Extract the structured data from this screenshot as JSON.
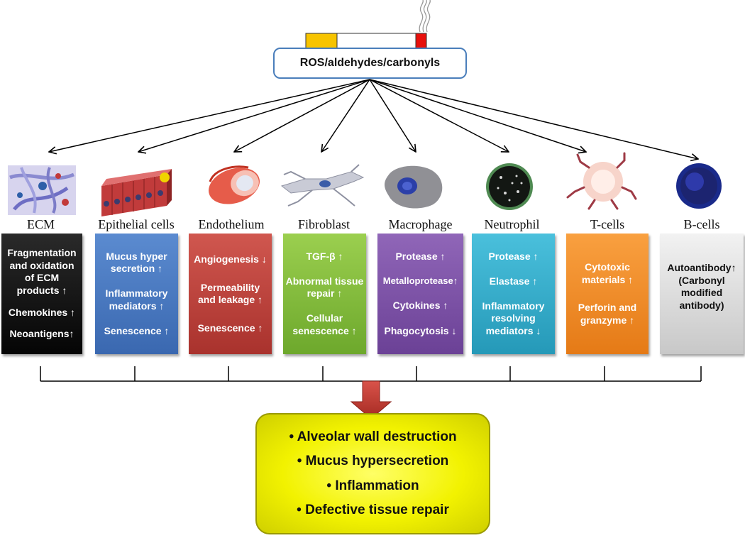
{
  "source": {
    "label": "ROS/aldehydes/carbonyls"
  },
  "cells": [
    {
      "id": "ecm",
      "name": "ECM",
      "icon": "ecm-fiber-icon",
      "effects": [
        "Fragmentation and oxidation of ECM products ↑",
        "Chemokines ↑",
        "Neoantigens↑"
      ]
    },
    {
      "id": "epithelial",
      "name": "Epithelial cells",
      "icon": "epithelial-cells-icon",
      "effects": [
        "Mucus hyper secretion ↑",
        "Inflammatory mediators ↑",
        "Senescence ↑"
      ]
    },
    {
      "id": "endothelium",
      "name": "Endothelium",
      "icon": "blood-vessel-icon",
      "effects": [
        "Angiogenesis ↓",
        "Permeability and leakage ↑",
        "Senescence ↑"
      ]
    },
    {
      "id": "fibroblast",
      "name": "Fibroblast",
      "icon": "fibroblast-icon",
      "effects": [
        "TGF-β ↑",
        "Abnormal tissue repair ↑",
        "Cellular senescence ↑"
      ]
    },
    {
      "id": "macrophage",
      "name": "Macrophage",
      "icon": "macrophage-icon",
      "effects": [
        "Protease ↑",
        "Metalloprotease↑",
        "Cytokines ↑",
        "Phagocytosis ↓"
      ]
    },
    {
      "id": "neutrophil",
      "name": "Neutrophil",
      "icon": "neutrophil-icon",
      "effects": [
        "Protease ↑",
        "Elastase ↑",
        "Inflammatory resolving mediators ↓"
      ]
    },
    {
      "id": "tcells",
      "name": "T-cells",
      "icon": "t-cell-icon",
      "effects": [
        "Cytotoxic materials ↑",
        "Perforin and granzyme ↑"
      ]
    },
    {
      "id": "bcells",
      "name": "B-cells",
      "icon": "b-cell-icon",
      "effects": [
        "Autoantibody↑ (Carbonyl modified antibody)"
      ]
    }
  ],
  "outcomes": [
    "• Alveolar wall destruction",
    "• Mucus hypersecretion",
    "• Inflammation",
    "• Defective tissue repair"
  ],
  "colors": {
    "source_border": "#4a7ebb",
    "ecm": "#111111",
    "epithelial": "#4a7bc4",
    "endothelium": "#c0433d",
    "fibroblast": "#85bd3c",
    "macrophage": "#7e54a8",
    "neutrophil": "#33aacb",
    "tcells": "#f08c2a",
    "bcells": "#dcdcdc",
    "outcome": "#f2f200",
    "down_arrow": "#c0392b"
  }
}
